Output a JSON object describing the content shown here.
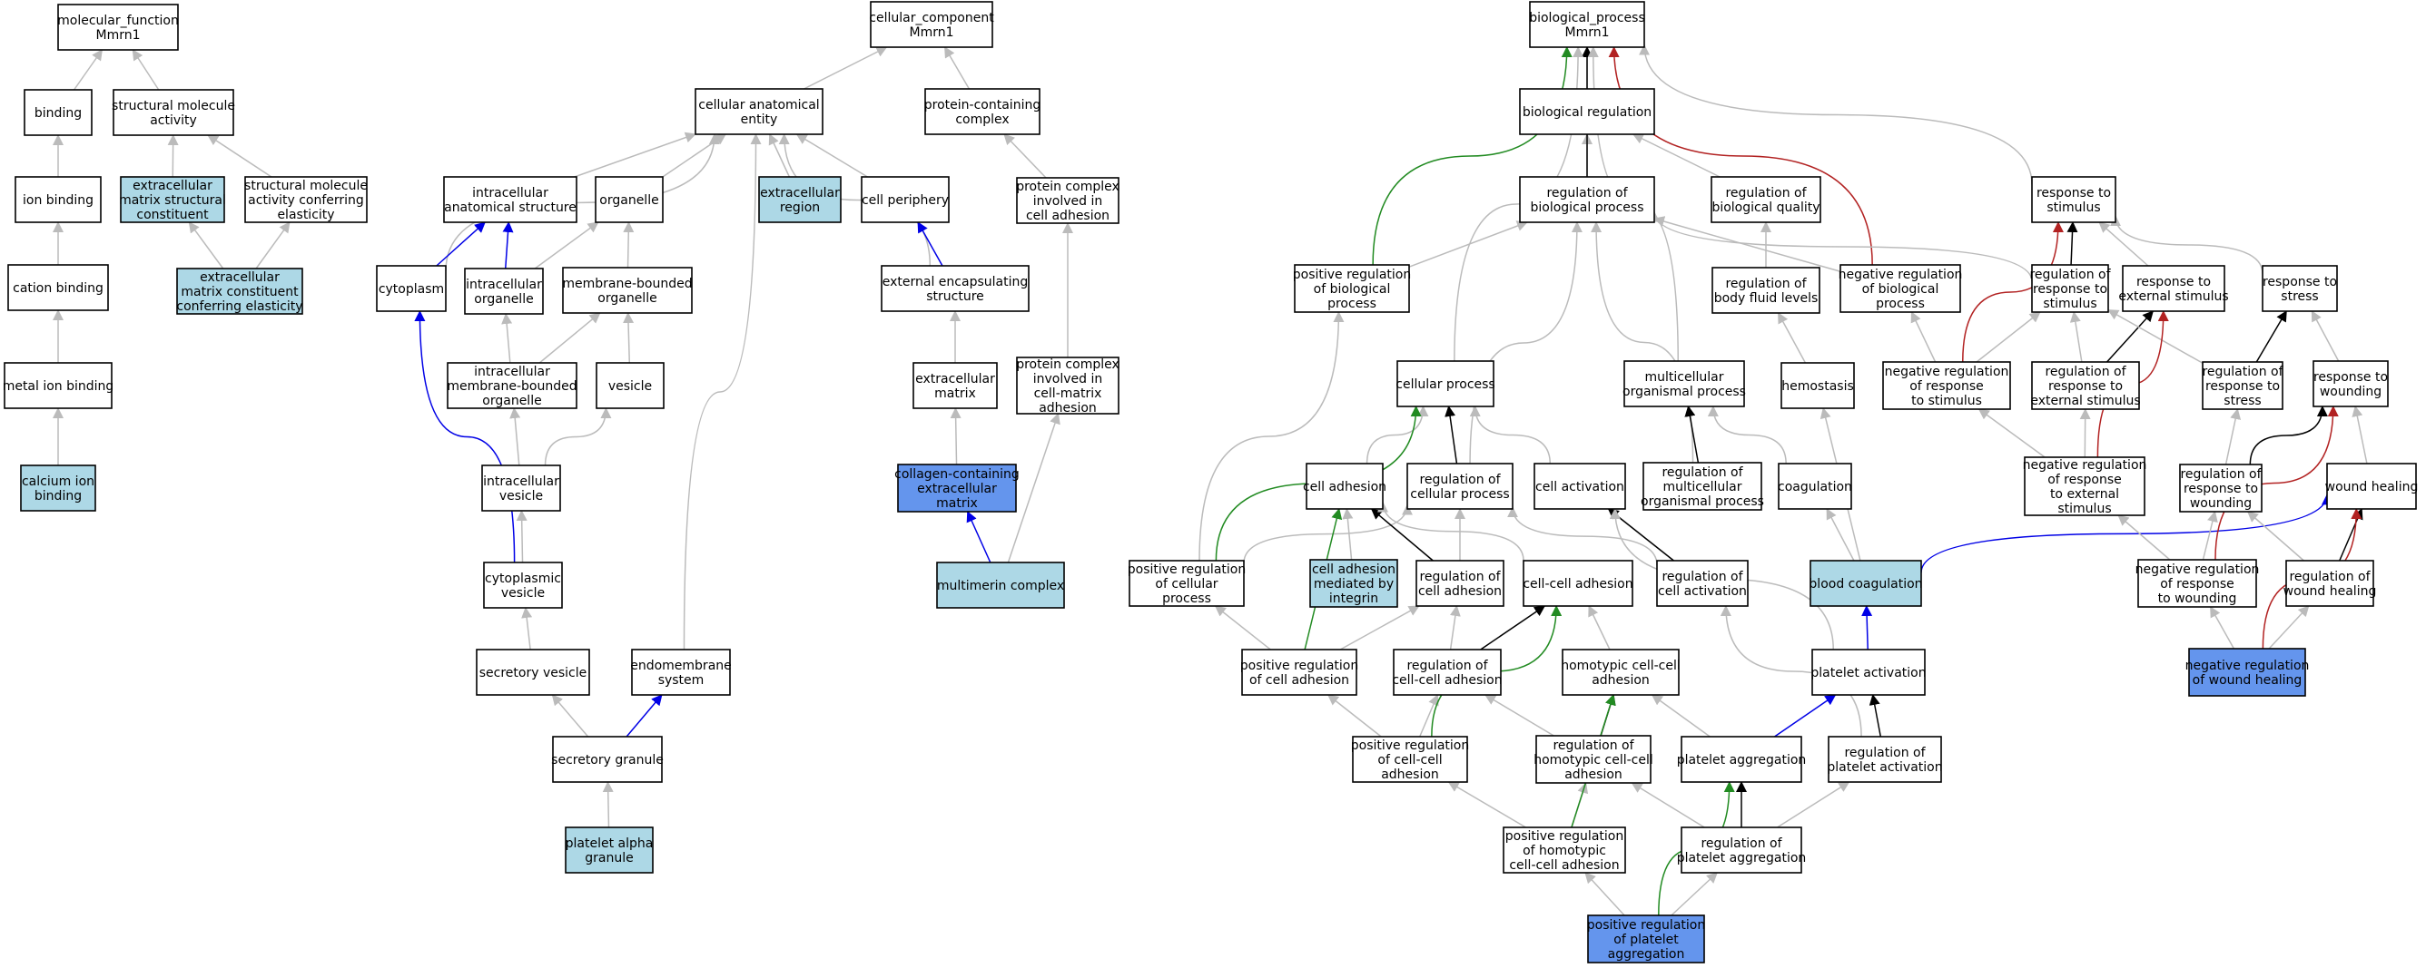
{
  "colors": {
    "plain": "#ffffff",
    "light": "#add8e6",
    "strong": "#6495ed",
    "is_a": "#bbbbbb",
    "part_of": "#0000e6",
    "regulates": "#000000",
    "positively_regulates": "#228b22",
    "negatively_regulates": "#b22222"
  },
  "nodes": [
    {
      "id": "mf",
      "lines": [
        "molecular_function",
        "Mmrn1"
      ],
      "fill": "plain"
    },
    {
      "id": "binding",
      "lines": [
        "binding"
      ],
      "fill": "plain"
    },
    {
      "id": "structural",
      "lines": [
        "structural molecule",
        "activity"
      ],
      "fill": "plain"
    },
    {
      "id": "ionbinding",
      "lines": [
        "ion binding"
      ],
      "fill": "plain"
    },
    {
      "id": "ecmsc",
      "lines": [
        "extracellular",
        "matrix structural",
        "constituent"
      ],
      "fill": "light"
    },
    {
      "id": "smace",
      "lines": [
        "structural molecule",
        "activity conferring",
        "elasticity"
      ],
      "fill": "plain"
    },
    {
      "id": "cationbinding",
      "lines": [
        "cation binding"
      ],
      "fill": "plain"
    },
    {
      "id": "ecmce",
      "lines": [
        "extracellular",
        "matrix constituent",
        "conferring elasticity"
      ],
      "fill": "light"
    },
    {
      "id": "metalion",
      "lines": [
        "metal ion binding"
      ],
      "fill": "plain"
    },
    {
      "id": "calcium",
      "lines": [
        "calcium ion",
        "binding"
      ],
      "fill": "light"
    },
    {
      "id": "cc",
      "lines": [
        "cellular_component",
        "Mmrn1"
      ],
      "fill": "plain"
    },
    {
      "id": "cae",
      "lines": [
        "cellular anatomical",
        "entity"
      ],
      "fill": "plain"
    },
    {
      "id": "pcc",
      "lines": [
        "protein-containing",
        "complex"
      ],
      "fill": "plain"
    },
    {
      "id": "ias",
      "lines": [
        "intracellular",
        "anatomical structure"
      ],
      "fill": "plain"
    },
    {
      "id": "organelle",
      "lines": [
        "organelle"
      ],
      "fill": "plain"
    },
    {
      "id": "ecregion",
      "lines": [
        "extracellular",
        "region"
      ],
      "fill": "light"
    },
    {
      "id": "periphery",
      "lines": [
        "cell periphery"
      ],
      "fill": "plain"
    },
    {
      "id": "pcica",
      "lines": [
        "protein complex",
        "involved in",
        "cell adhesion"
      ],
      "fill": "plain"
    },
    {
      "id": "cytoplasm",
      "lines": [
        "cytoplasm"
      ],
      "fill": "plain"
    },
    {
      "id": "icorg",
      "lines": [
        "intracellular",
        "organelle"
      ],
      "fill": "plain"
    },
    {
      "id": "mbo",
      "lines": [
        "membrane-bounded",
        "organelle"
      ],
      "fill": "plain"
    },
    {
      "id": "ees",
      "lines": [
        "external encapsulating",
        "structure"
      ],
      "fill": "plain"
    },
    {
      "id": "icmbo",
      "lines": [
        "intracellular",
        "membrane-bounded",
        "organelle"
      ],
      "fill": "plain"
    },
    {
      "id": "vesicle",
      "lines": [
        "vesicle"
      ],
      "fill": "plain"
    },
    {
      "id": "ecm",
      "lines": [
        "extracellular",
        "matrix"
      ],
      "fill": "plain"
    },
    {
      "id": "pcicma",
      "lines": [
        "protein complex",
        "involved in",
        "cell-matrix",
        "adhesion"
      ],
      "fill": "plain"
    },
    {
      "id": "icves",
      "lines": [
        "intracellular",
        "vesicle"
      ],
      "fill": "plain"
    },
    {
      "id": "cecm",
      "lines": [
        "collagen-containing",
        "extracellular",
        "matrix"
      ],
      "fill": "strong"
    },
    {
      "id": "cytves",
      "lines": [
        "cytoplasmic",
        "vesicle"
      ],
      "fill": "plain"
    },
    {
      "id": "multimerin",
      "lines": [
        "multimerin complex"
      ],
      "fill": "light"
    },
    {
      "id": "secves",
      "lines": [
        "secretory vesicle"
      ],
      "fill": "plain"
    },
    {
      "id": "endomem",
      "lines": [
        "endomembrane",
        "system"
      ],
      "fill": "plain"
    },
    {
      "id": "secgran",
      "lines": [
        "secretory granule"
      ],
      "fill": "plain"
    },
    {
      "id": "pag",
      "lines": [
        "platelet alpha",
        "granule"
      ],
      "fill": "light"
    },
    {
      "id": "bp",
      "lines": [
        "biological_process",
        "Mmrn1"
      ],
      "fill": "plain"
    },
    {
      "id": "bioreg",
      "lines": [
        "biological regulation"
      ],
      "fill": "plain"
    },
    {
      "id": "rbp",
      "lines": [
        "regulation of",
        "biological process"
      ],
      "fill": "plain"
    },
    {
      "id": "rbq",
      "lines": [
        "regulation of",
        "biological quality"
      ],
      "fill": "plain"
    },
    {
      "id": "resp",
      "lines": [
        "response to",
        "stimulus"
      ],
      "fill": "plain"
    },
    {
      "id": "prbp",
      "lines": [
        "positive regulation",
        "of biological",
        "process"
      ],
      "fill": "plain"
    },
    {
      "id": "rbfl",
      "lines": [
        "regulation of",
        "body fluid levels"
      ],
      "fill": "plain"
    },
    {
      "id": "nrbp",
      "lines": [
        "negative regulation",
        "of biological",
        "process"
      ],
      "fill": "plain"
    },
    {
      "id": "rrs",
      "lines": [
        "regulation of",
        "response to",
        "stimulus"
      ],
      "fill": "plain"
    },
    {
      "id": "res",
      "lines": [
        "response to",
        "external stimulus"
      ],
      "fill": "plain"
    },
    {
      "id": "rstress",
      "lines": [
        "response to",
        "stress"
      ],
      "fill": "plain"
    },
    {
      "id": "cellproc",
      "lines": [
        "cellular process"
      ],
      "fill": "plain"
    },
    {
      "id": "mop",
      "lines": [
        "multicellular",
        "organismal process"
      ],
      "fill": "plain"
    },
    {
      "id": "hemostasis",
      "lines": [
        "hemostasis"
      ],
      "fill": "plain"
    },
    {
      "id": "nrrs",
      "lines": [
        "negative regulation",
        "of response",
        "to stimulus"
      ],
      "fill": "plain"
    },
    {
      "id": "rres",
      "lines": [
        "regulation of",
        "response to",
        "external stimulus"
      ],
      "fill": "plain"
    },
    {
      "id": "rrstress",
      "lines": [
        "regulation of",
        "response to",
        "stress"
      ],
      "fill": "plain"
    },
    {
      "id": "rwound",
      "lines": [
        "response to",
        "wounding"
      ],
      "fill": "plain"
    },
    {
      "id": "celladh",
      "lines": [
        "cell adhesion"
      ],
      "fill": "plain"
    },
    {
      "id": "rcp",
      "lines": [
        "regulation of",
        "cellular process"
      ],
      "fill": "plain"
    },
    {
      "id": "cellact",
      "lines": [
        "cell activation"
      ],
      "fill": "plain"
    },
    {
      "id": "rmop",
      "lines": [
        "regulation of",
        "multicellular",
        "organismal process"
      ],
      "fill": "plain"
    },
    {
      "id": "coag",
      "lines": [
        "coagulation"
      ],
      "fill": "plain"
    },
    {
      "id": "nrres",
      "lines": [
        "negative regulation",
        "of response",
        "to external",
        "stimulus"
      ],
      "fill": "plain"
    },
    {
      "id": "rrw",
      "lines": [
        "regulation of",
        "response to",
        "wounding"
      ],
      "fill": "plain"
    },
    {
      "id": "woundheal",
      "lines": [
        "wound healing"
      ],
      "fill": "plain"
    },
    {
      "id": "prcp",
      "lines": [
        "positive regulation",
        "of cellular",
        "process"
      ],
      "fill": "plain"
    },
    {
      "id": "camint",
      "lines": [
        "cell adhesion",
        "mediated by",
        "integrin"
      ],
      "fill": "light"
    },
    {
      "id": "rca",
      "lines": [
        "regulation of",
        "cell adhesion"
      ],
      "fill": "plain"
    },
    {
      "id": "ccadh",
      "lines": [
        "cell-cell adhesion"
      ],
      "fill": "plain"
    },
    {
      "id": "rcact",
      "lines": [
        "regulation of",
        "cell activation"
      ],
      "fill": "plain"
    },
    {
      "id": "bloodcoag",
      "lines": [
        "blood coagulation"
      ],
      "fill": "light"
    },
    {
      "id": "nrrw",
      "lines": [
        "negative regulation",
        "of response",
        "to wounding"
      ],
      "fill": "plain"
    },
    {
      "id": "rwh",
      "lines": [
        "regulation of",
        "wound healing"
      ],
      "fill": "plain"
    },
    {
      "id": "prca",
      "lines": [
        "positive regulation",
        "of cell adhesion"
      ],
      "fill": "plain"
    },
    {
      "id": "rcca",
      "lines": [
        "regulation of",
        "cell-cell adhesion"
      ],
      "fill": "plain"
    },
    {
      "id": "hcca",
      "lines": [
        "homotypic cell-cell",
        "adhesion"
      ],
      "fill": "plain"
    },
    {
      "id": "platact",
      "lines": [
        "platelet activation"
      ],
      "fill": "plain"
    },
    {
      "id": "nrwh",
      "lines": [
        "negative regulation",
        "of wound healing"
      ],
      "fill": "strong"
    },
    {
      "id": "prcca",
      "lines": [
        "positive regulation",
        "of cell-cell",
        "adhesion"
      ],
      "fill": "plain"
    },
    {
      "id": "rhcca",
      "lines": [
        "regulation of",
        "homotypic cell-cell",
        "adhesion"
      ],
      "fill": "plain"
    },
    {
      "id": "platagg",
      "lines": [
        "platelet aggregation"
      ],
      "fill": "plain"
    },
    {
      "id": "rpa",
      "lines": [
        "regulation of",
        "platelet activation"
      ],
      "fill": "plain"
    },
    {
      "id": "prhcca",
      "lines": [
        "positive regulation",
        "of homotypic",
        "cell-cell adhesion"
      ],
      "fill": "plain"
    },
    {
      "id": "rplagg",
      "lines": [
        "regulation of",
        "platelet aggregation"
      ],
      "fill": "plain"
    },
    {
      "id": "prpa",
      "lines": [
        "positive regulation",
        "of platelet",
        "aggregation"
      ],
      "fill": "strong"
    }
  ],
  "edges": [
    [
      "binding",
      "mf",
      "is_a"
    ],
    [
      "structural",
      "mf",
      "is_a"
    ],
    [
      "ionbinding",
      "binding",
      "is_a"
    ],
    [
      "ecmsc",
      "structural",
      "is_a"
    ],
    [
      "smace",
      "structural",
      "is_a"
    ],
    [
      "cationbinding",
      "ionbinding",
      "is_a"
    ],
    [
      "ecmce",
      "ecmsc",
      "is_a"
    ],
    [
      "ecmce",
      "smace",
      "is_a"
    ],
    [
      "metalion",
      "cationbinding",
      "is_a"
    ],
    [
      "calcium",
      "metalion",
      "is_a"
    ],
    [
      "cae",
      "cc",
      "is_a"
    ],
    [
      "pcc",
      "cc",
      "is_a"
    ],
    [
      "ias",
      "cae",
      "is_a"
    ],
    [
      "organelle",
      "cae",
      "is_a"
    ],
    [
      "ecregion",
      "cae",
      "is_a"
    ],
    [
      "periphery",
      "cae",
      "is_a"
    ],
    [
      "pcica",
      "pcc",
      "is_a"
    ],
    [
      "cytoplasm",
      "cae",
      "is_a"
    ],
    [
      "cytoplasm",
      "ias",
      "part_of"
    ],
    [
      "icorg",
      "organelle",
      "is_a"
    ],
    [
      "icorg",
      "ias",
      "part_of"
    ],
    [
      "mbo",
      "organelle",
      "is_a"
    ],
    [
      "ees",
      "cae",
      "is_a"
    ],
    [
      "ees",
      "periphery",
      "part_of"
    ],
    [
      "icmbo",
      "icorg",
      "is_a"
    ],
    [
      "icmbo",
      "mbo",
      "is_a"
    ],
    [
      "vesicle",
      "mbo",
      "is_a"
    ],
    [
      "ecm",
      "ees",
      "is_a"
    ],
    [
      "pcicma",
      "pcica",
      "is_a"
    ],
    [
      "icves",
      "icmbo",
      "is_a"
    ],
    [
      "icves",
      "vesicle",
      "is_a"
    ],
    [
      "cecm",
      "ecm",
      "is_a"
    ],
    [
      "cytves",
      "icves",
      "is_a"
    ],
    [
      "cytves",
      "cytoplasm",
      "part_of"
    ],
    [
      "multimerin",
      "cecm",
      "part_of"
    ],
    [
      "multimerin",
      "pcicma",
      "is_a"
    ],
    [
      "secves",
      "cytves",
      "is_a"
    ],
    [
      "endomem",
      "cae",
      "is_a"
    ],
    [
      "secgran",
      "secves",
      "is_a"
    ],
    [
      "secgran",
      "endomem",
      "part_of"
    ],
    [
      "pag",
      "secgran",
      "is_a"
    ],
    [
      "bioreg",
      "bp",
      "is_a"
    ],
    [
      "rbp",
      "bioreg",
      "is_a"
    ],
    [
      "rbp",
      "bp",
      "regulates"
    ],
    [
      "rbq",
      "bioreg",
      "is_a"
    ],
    [
      "resp",
      "bp",
      "is_a"
    ],
    [
      "prbp",
      "rbp",
      "is_a"
    ],
    [
      "prbp",
      "bp",
      "positively_regulates"
    ],
    [
      "rbfl",
      "rbq",
      "is_a"
    ],
    [
      "nrbp",
      "rbp",
      "is_a"
    ],
    [
      "nrbp",
      "bp",
      "negatively_regulates"
    ],
    [
      "rrs",
      "rbp",
      "is_a"
    ],
    [
      "rrs",
      "resp",
      "regulates"
    ],
    [
      "res",
      "resp",
      "is_a"
    ],
    [
      "rstress",
      "resp",
      "is_a"
    ],
    [
      "cellproc",
      "bp",
      "is_a"
    ],
    [
      "mop",
      "bp",
      "is_a"
    ],
    [
      "hemostasis",
      "rbfl",
      "is_a"
    ],
    [
      "nrrs",
      "nrbp",
      "is_a"
    ],
    [
      "nrrs",
      "rrs",
      "is_a"
    ],
    [
      "nrrs",
      "resp",
      "negatively_regulates"
    ],
    [
      "rres",
      "rrs",
      "is_a"
    ],
    [
      "rres",
      "res",
      "regulates"
    ],
    [
      "rrstress",
      "rrs",
      "is_a"
    ],
    [
      "rrstress",
      "rstress",
      "regulates"
    ],
    [
      "rwound",
      "rstress",
      "is_a"
    ],
    [
      "celladh",
      "cellproc",
      "is_a"
    ],
    [
      "rcp",
      "rbp",
      "is_a"
    ],
    [
      "rcp",
      "cellproc",
      "regulates"
    ],
    [
      "cellact",
      "cellproc",
      "is_a"
    ],
    [
      "rmop",
      "rbp",
      "is_a"
    ],
    [
      "rmop",
      "mop",
      "regulates"
    ],
    [
      "coag",
      "mop",
      "is_a"
    ],
    [
      "nrres",
      "nrrs",
      "is_a"
    ],
    [
      "nrres",
      "rres",
      "is_a"
    ],
    [
      "nrres",
      "res",
      "negatively_regulates"
    ],
    [
      "rrw",
      "rrstress",
      "is_a"
    ],
    [
      "rrw",
      "rwound",
      "regulates"
    ],
    [
      "woundheal",
      "rwound",
      "is_a"
    ],
    [
      "prcp",
      "prbp",
      "is_a"
    ],
    [
      "prcp",
      "rcp",
      "is_a"
    ],
    [
      "prcp",
      "cellproc",
      "positively_regulates"
    ],
    [
      "camint",
      "celladh",
      "is_a"
    ],
    [
      "rca",
      "rcp",
      "is_a"
    ],
    [
      "rca",
      "celladh",
      "regulates"
    ],
    [
      "ccadh",
      "celladh",
      "is_a"
    ],
    [
      "rcact",
      "rcp",
      "is_a"
    ],
    [
      "rcact",
      "cellact",
      "regulates"
    ],
    [
      "bloodcoag",
      "hemostasis",
      "is_a"
    ],
    [
      "bloodcoag",
      "coag",
      "is_a"
    ],
    [
      "bloodcoag",
      "woundheal",
      "part_of"
    ],
    [
      "nrrw",
      "nrres",
      "is_a"
    ],
    [
      "nrrw",
      "rrw",
      "is_a"
    ],
    [
      "nrrw",
      "rwound",
      "negatively_regulates"
    ],
    [
      "rwh",
      "rrw",
      "is_a"
    ],
    [
      "rwh",
      "woundheal",
      "regulates"
    ],
    [
      "prca",
      "rca",
      "is_a"
    ],
    [
      "prca",
      "prcp",
      "is_a"
    ],
    [
      "prca",
      "celladh",
      "positively_regulates"
    ],
    [
      "rcca",
      "rca",
      "is_a"
    ],
    [
      "rcca",
      "ccadh",
      "regulates"
    ],
    [
      "hcca",
      "ccadh",
      "is_a"
    ],
    [
      "platact",
      "cellact",
      "is_a"
    ],
    [
      "platact",
      "bloodcoag",
      "part_of"
    ],
    [
      "nrwh",
      "nrrw",
      "is_a"
    ],
    [
      "nrwh",
      "rwh",
      "is_a"
    ],
    [
      "nrwh",
      "woundheal",
      "negatively_regulates"
    ],
    [
      "prcca",
      "prca",
      "is_a"
    ],
    [
      "prcca",
      "rcca",
      "is_a"
    ],
    [
      "prcca",
      "ccadh",
      "positively_regulates"
    ],
    [
      "rhcca",
      "rcca",
      "is_a"
    ],
    [
      "rhcca",
      "hcca",
      "regulates"
    ],
    [
      "platagg",
      "hcca",
      "is_a"
    ],
    [
      "platagg",
      "platact",
      "part_of"
    ],
    [
      "rpa",
      "rcact",
      "is_a"
    ],
    [
      "rpa",
      "platact",
      "regulates"
    ],
    [
      "prhcca",
      "prcca",
      "is_a"
    ],
    [
      "prhcca",
      "rhcca",
      "is_a"
    ],
    [
      "prhcca",
      "hcca",
      "positively_regulates"
    ],
    [
      "rplagg",
      "rhcca",
      "is_a"
    ],
    [
      "rplagg",
      "rpa",
      "is_a"
    ],
    [
      "rplagg",
      "platagg",
      "regulates"
    ],
    [
      "prpa",
      "prhcca",
      "is_a"
    ],
    [
      "prpa",
      "rplagg",
      "is_a"
    ],
    [
      "prpa",
      "platagg",
      "positively_regulates"
    ]
  ]
}
